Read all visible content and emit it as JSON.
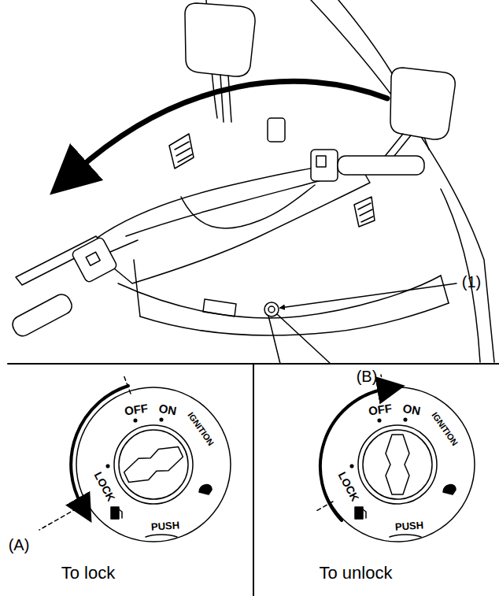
{
  "diagram": {
    "labels": [
      "(1)",
      "OFF",
      "ON",
      "IGNITION",
      "LOCK",
      "PUSH",
      "(A)",
      "To lock",
      "(B)",
      "OFF",
      "ON",
      "IGNITION",
      "LOCK",
      "PUSH",
      "To unlock"
    ]
  }
}
